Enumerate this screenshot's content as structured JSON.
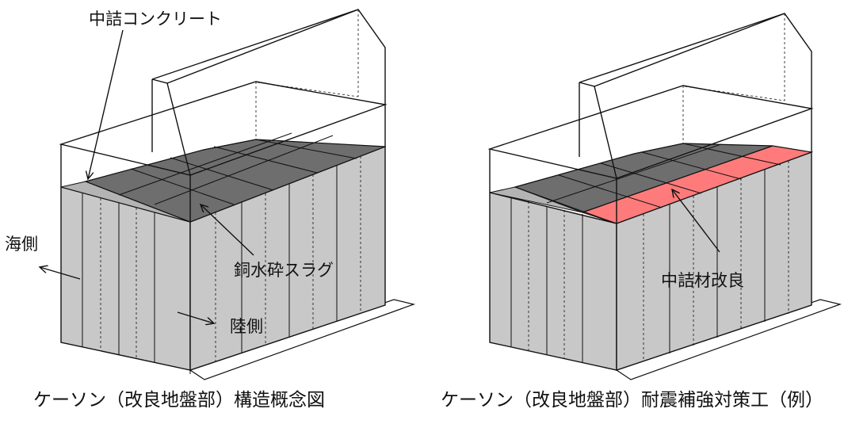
{
  "left_diagram": {
    "label_concrete": "中詰コンクリート",
    "label_slag": "銅水砕スラグ",
    "label_sea": "海側",
    "label_land": "陸側",
    "caption": "ケーソン（改良地盤部）構造概念図"
  },
  "right_diagram": {
    "label_improve": "中詰材改良",
    "caption": "ケーソン（改良地盤部）耐震補強対策工（例）"
  },
  "colors": {
    "wall": "#c8c8c8",
    "fill_top": "#6e6e6e",
    "fill_light": "#b4b4b4",
    "highlight": "#ff7b7b",
    "line": "#111111"
  }
}
